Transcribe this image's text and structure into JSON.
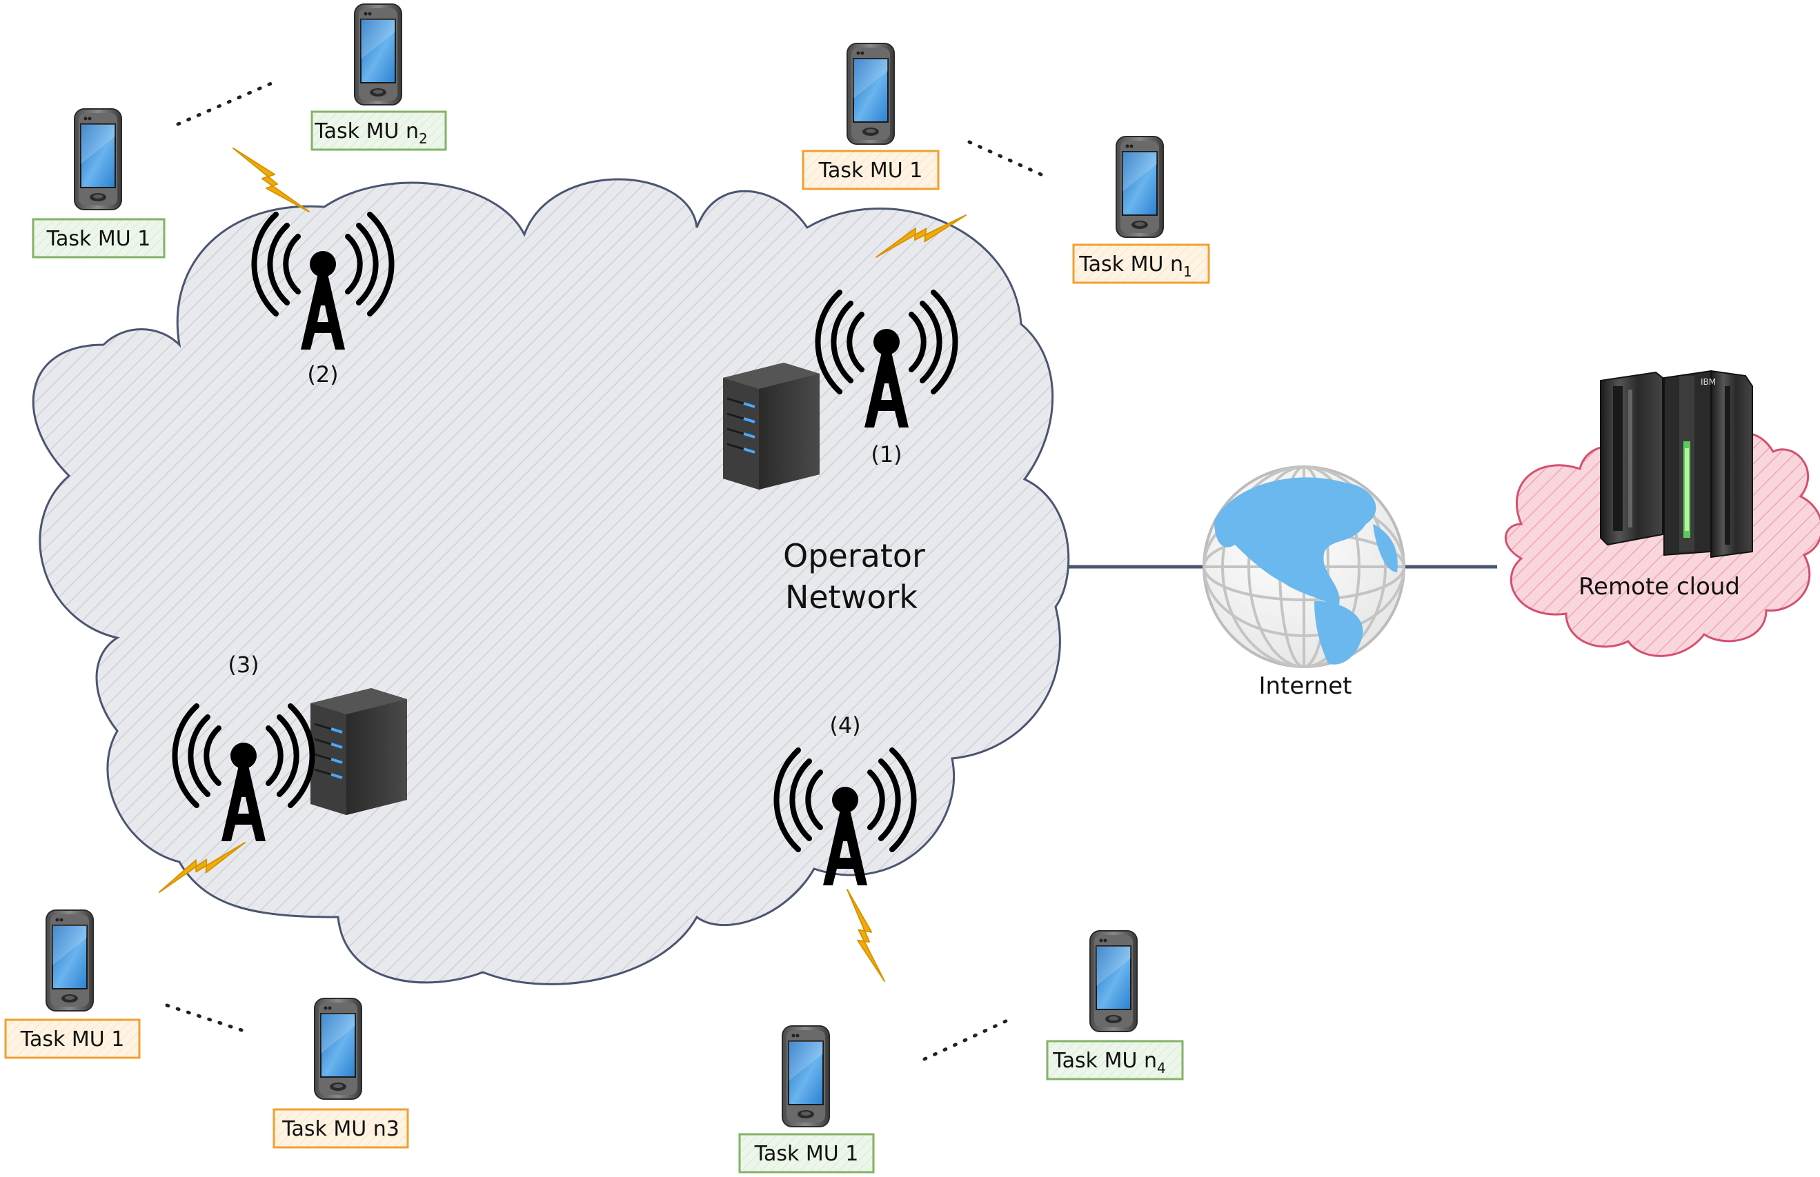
{
  "network": {
    "cloud_label_line1": "Operator",
    "cloud_label_line2": "Network"
  },
  "internet": {
    "label": "Internet"
  },
  "remote_cloud": {
    "label": "Remote cloud",
    "server_logo": "IBM"
  },
  "towers": [
    {
      "id": "1",
      "label": "(1)"
    },
    {
      "id": "2",
      "label": "(2)"
    },
    {
      "id": "3",
      "label": "(3)"
    },
    {
      "id": "4",
      "label": "(4)"
    }
  ],
  "devices": {
    "c2_mu1": {
      "text": "Task MU 1"
    },
    "c2_mun": {
      "text": "Task MU n",
      "sub": "2"
    },
    "c1_mu1": {
      "text": "Task MU 1"
    },
    "c1_mun": {
      "text": "Task MU n",
      "sub": "1"
    },
    "c3_mu1": {
      "text": "Task MU 1"
    },
    "c3_mun": {
      "text": "Task MU n3"
    },
    "c4_mu1": {
      "text": "Task MU 1"
    },
    "c4_mun": {
      "text": "Task MU n",
      "sub": "4"
    }
  },
  "colors": {
    "green_box_fill": "#eaf5e6",
    "green_box_stroke": "#82b366",
    "orange_box_fill": "#fff1e0",
    "orange_box_stroke": "#f0a030",
    "network_cloud_fill": "#e6e8ec",
    "network_cloud_stroke": "#4a5570",
    "remote_cloud_fill": "#f8d3da",
    "remote_cloud_stroke": "#d45070",
    "signal": "#f0ac0a",
    "globe_land": "#6ab8ee",
    "link": "#4a5570"
  }
}
